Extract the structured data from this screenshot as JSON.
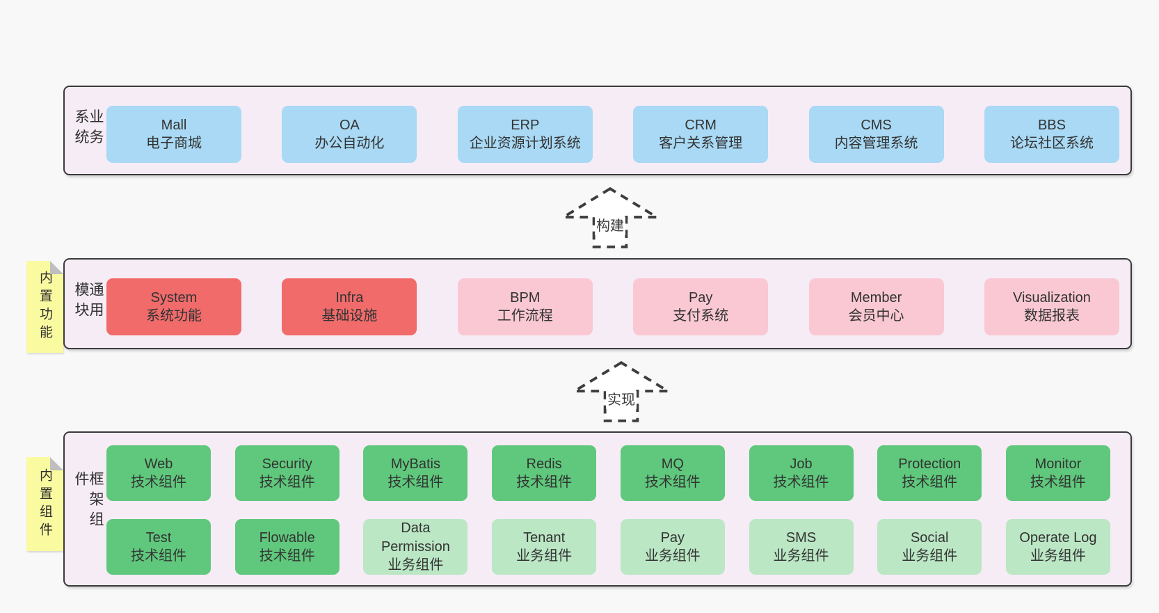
{
  "arrows": [
    {
      "label": "构建"
    },
    {
      "label": "实现"
    }
  ],
  "layers": [
    {
      "side_label": "业务系统",
      "boxes": [
        {
          "title": "Mall",
          "subtitle": "电子商城"
        },
        {
          "title": "OA",
          "subtitle": "办公自动化"
        },
        {
          "title": "ERP",
          "subtitle": "企业资源计划系统"
        },
        {
          "title": "CRM",
          "subtitle": "客户关系管理"
        },
        {
          "title": "CMS",
          "subtitle": "内容管理系统"
        },
        {
          "title": "BBS",
          "subtitle": "论坛社区系统"
        }
      ]
    },
    {
      "tag": "内置功能",
      "side_label": "通用模块",
      "boxes": [
        {
          "title": "System",
          "subtitle": "系统功能"
        },
        {
          "title": "Infra",
          "subtitle": "基础设施"
        },
        {
          "title": "BPM",
          "subtitle": "工作流程"
        },
        {
          "title": "Pay",
          "subtitle": "支付系统"
        },
        {
          "title": "Member",
          "subtitle": "会员中心"
        },
        {
          "title": "Visualization",
          "subtitle": "数据报表"
        }
      ]
    },
    {
      "tag": "内置组件",
      "side_label": "框架组件",
      "row1": [
        {
          "title": "Web",
          "subtitle": "技术组件"
        },
        {
          "title": "Security",
          "subtitle": "技术组件"
        },
        {
          "title": "MyBatis",
          "subtitle": "技术组件"
        },
        {
          "title": "Redis",
          "subtitle": "技术组件"
        },
        {
          "title": "MQ",
          "subtitle": "技术组件"
        },
        {
          "title": "Job",
          "subtitle": "技术组件"
        },
        {
          "title": "Protection",
          "subtitle": "技术组件"
        },
        {
          "title": "Monitor",
          "subtitle": "技术组件"
        }
      ],
      "row2": [
        {
          "title": "Test",
          "subtitle": "技术组件"
        },
        {
          "title": "Flowable",
          "subtitle": "技术组件"
        },
        {
          "title": "Data Permission",
          "subtitle": "业务组件"
        },
        {
          "title": "Tenant",
          "subtitle": "业务组件"
        },
        {
          "title": "Pay",
          "subtitle": "业务组件"
        },
        {
          "title": "SMS",
          "subtitle": "业务组件"
        },
        {
          "title": "Social",
          "subtitle": "业务组件"
        },
        {
          "title": "Operate Log",
          "subtitle": "业务组件"
        }
      ]
    }
  ],
  "colors": {
    "page_background": "#f8f8f8",
    "layer_background": "#f6ecf5",
    "layer_border": "#3a3a3a",
    "business_box": "#a9d9f4",
    "core_module_box": "#f16b6b",
    "optional_module_box": "#f9c8d3",
    "tech_component_box": "#5fc87c",
    "biz_component_box": "#bbe7c5",
    "tag_background": "#fafaa0",
    "text": "#333333"
  }
}
